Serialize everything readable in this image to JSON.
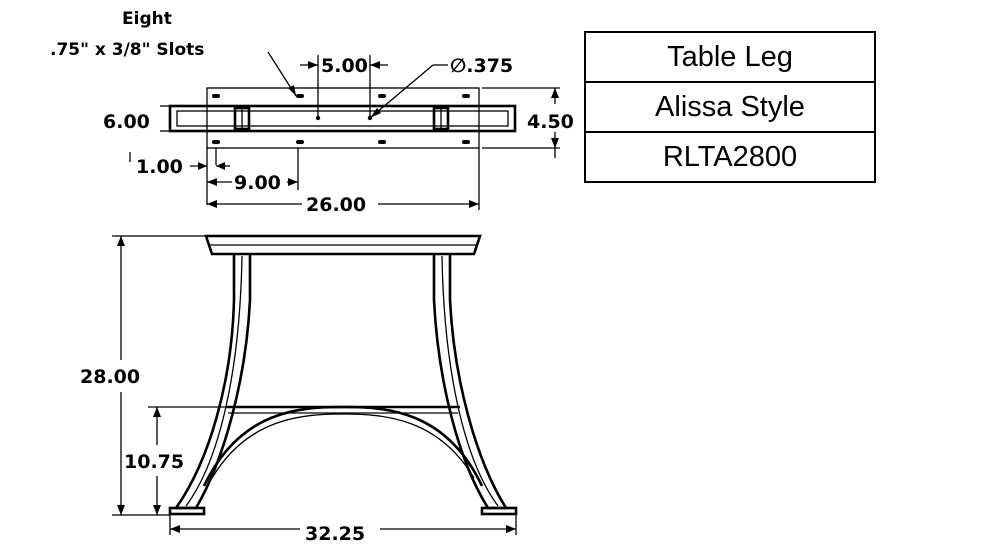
{
  "title_block": {
    "name": "Table Leg",
    "style": "Alissa Style",
    "part_number": "RLTA2800"
  },
  "top_view": {
    "slot_note_line1": "Eight",
    "slot_note_line2": ".75\" x 3/8\" Slots",
    "slot_spacing": "5.00",
    "hole_diameter": "∅.375",
    "depth_outer": "6.00",
    "depth_inner": "4.50",
    "end_offset": "1.00",
    "slot_offset": "9.00",
    "top_length": "26.00"
  },
  "front_view": {
    "height": "28.00",
    "arch_height": "10.75",
    "base_width": "32.25"
  }
}
